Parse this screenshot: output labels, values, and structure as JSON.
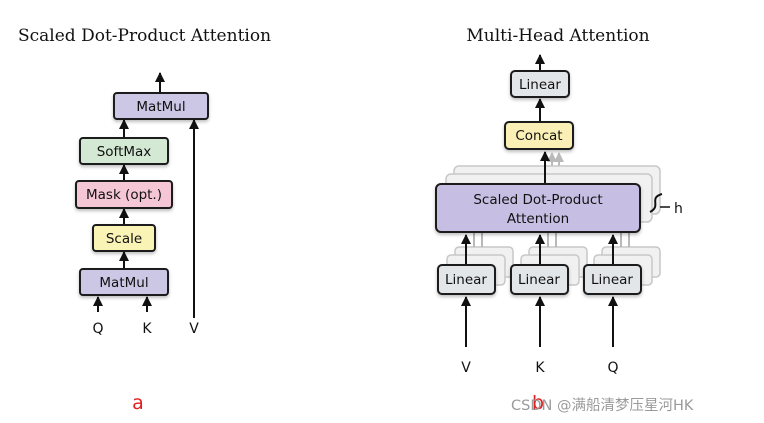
{
  "colors": {
    "matmul": "#cdc7e6",
    "softmax": "#d4e9d4",
    "mask": "#f4c6d6",
    "scale": "#faf3b6",
    "linear": "#e3e6e9",
    "concat": "#faf0b5",
    "attention": "#c7bfe3",
    "label_red": "#e02020",
    "watermark": "#9a9a9a"
  },
  "panel_a": {
    "title": "Scaled Dot-Product Attention",
    "boxes": {
      "matmul_top": "MatMul",
      "softmax": "SoftMax",
      "mask": "Mask (opt.)",
      "scale": "Scale",
      "matmul_bottom": "MatMul"
    },
    "inputs": {
      "q": "Q",
      "k": "K",
      "v": "V"
    },
    "caption": "a"
  },
  "panel_b": {
    "title": "Multi-Head Attention",
    "boxes": {
      "linear_top": "Linear",
      "concat": "Concat",
      "attention_line1": "Scaled Dot-Product",
      "attention_line2": "Attention",
      "linear_v": "Linear",
      "linear_k": "Linear",
      "linear_q": "Linear"
    },
    "heads_label": "h",
    "inputs": {
      "v": "V",
      "k": "K",
      "q": "Q"
    },
    "caption": "b"
  },
  "watermark": "CSDN @满船清梦压星河HK"
}
